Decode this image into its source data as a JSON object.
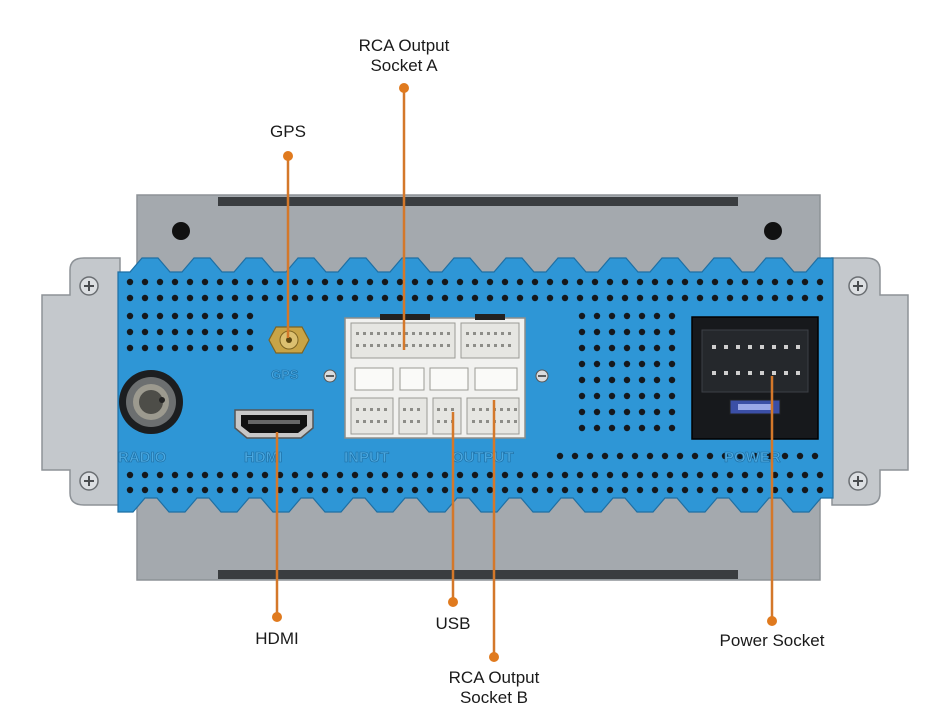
{
  "colors": {
    "background": "#ffffff",
    "chassis": "#a7acb1",
    "bracket": "#c9cdd1",
    "panel_blue": "#2e96d6",
    "vent_hole": "#1a1d22",
    "connector_white": "#f1f1ef",
    "power_block": "#17191c",
    "callout_line": "#d4782a",
    "callout_dot": "#e07a1e"
  },
  "panel_labels": {
    "radio": "RADIO",
    "hdmi": "HDMI",
    "input": "INPUT",
    "output": "OUTPUT",
    "power": "POWER",
    "gps": "GPS"
  },
  "callouts": {
    "rca_a": {
      "line1": "RCA Output",
      "line2": "Socket A"
    },
    "gps": {
      "line1": "GPS"
    },
    "hdmi": {
      "line1": "HDMI"
    },
    "usb": {
      "line1": "USB"
    },
    "rca_b": {
      "line1": "RCA Output",
      "line2": "Socket B"
    },
    "power": {
      "line1": "Power Socket"
    }
  },
  "icons": {
    "screw": "screw-icon",
    "gps_antenna": "sma-antenna-connector-icon",
    "radio_jack": "radio-antenna-jack-icon",
    "hdmi_port": "hdmi-port-icon"
  }
}
